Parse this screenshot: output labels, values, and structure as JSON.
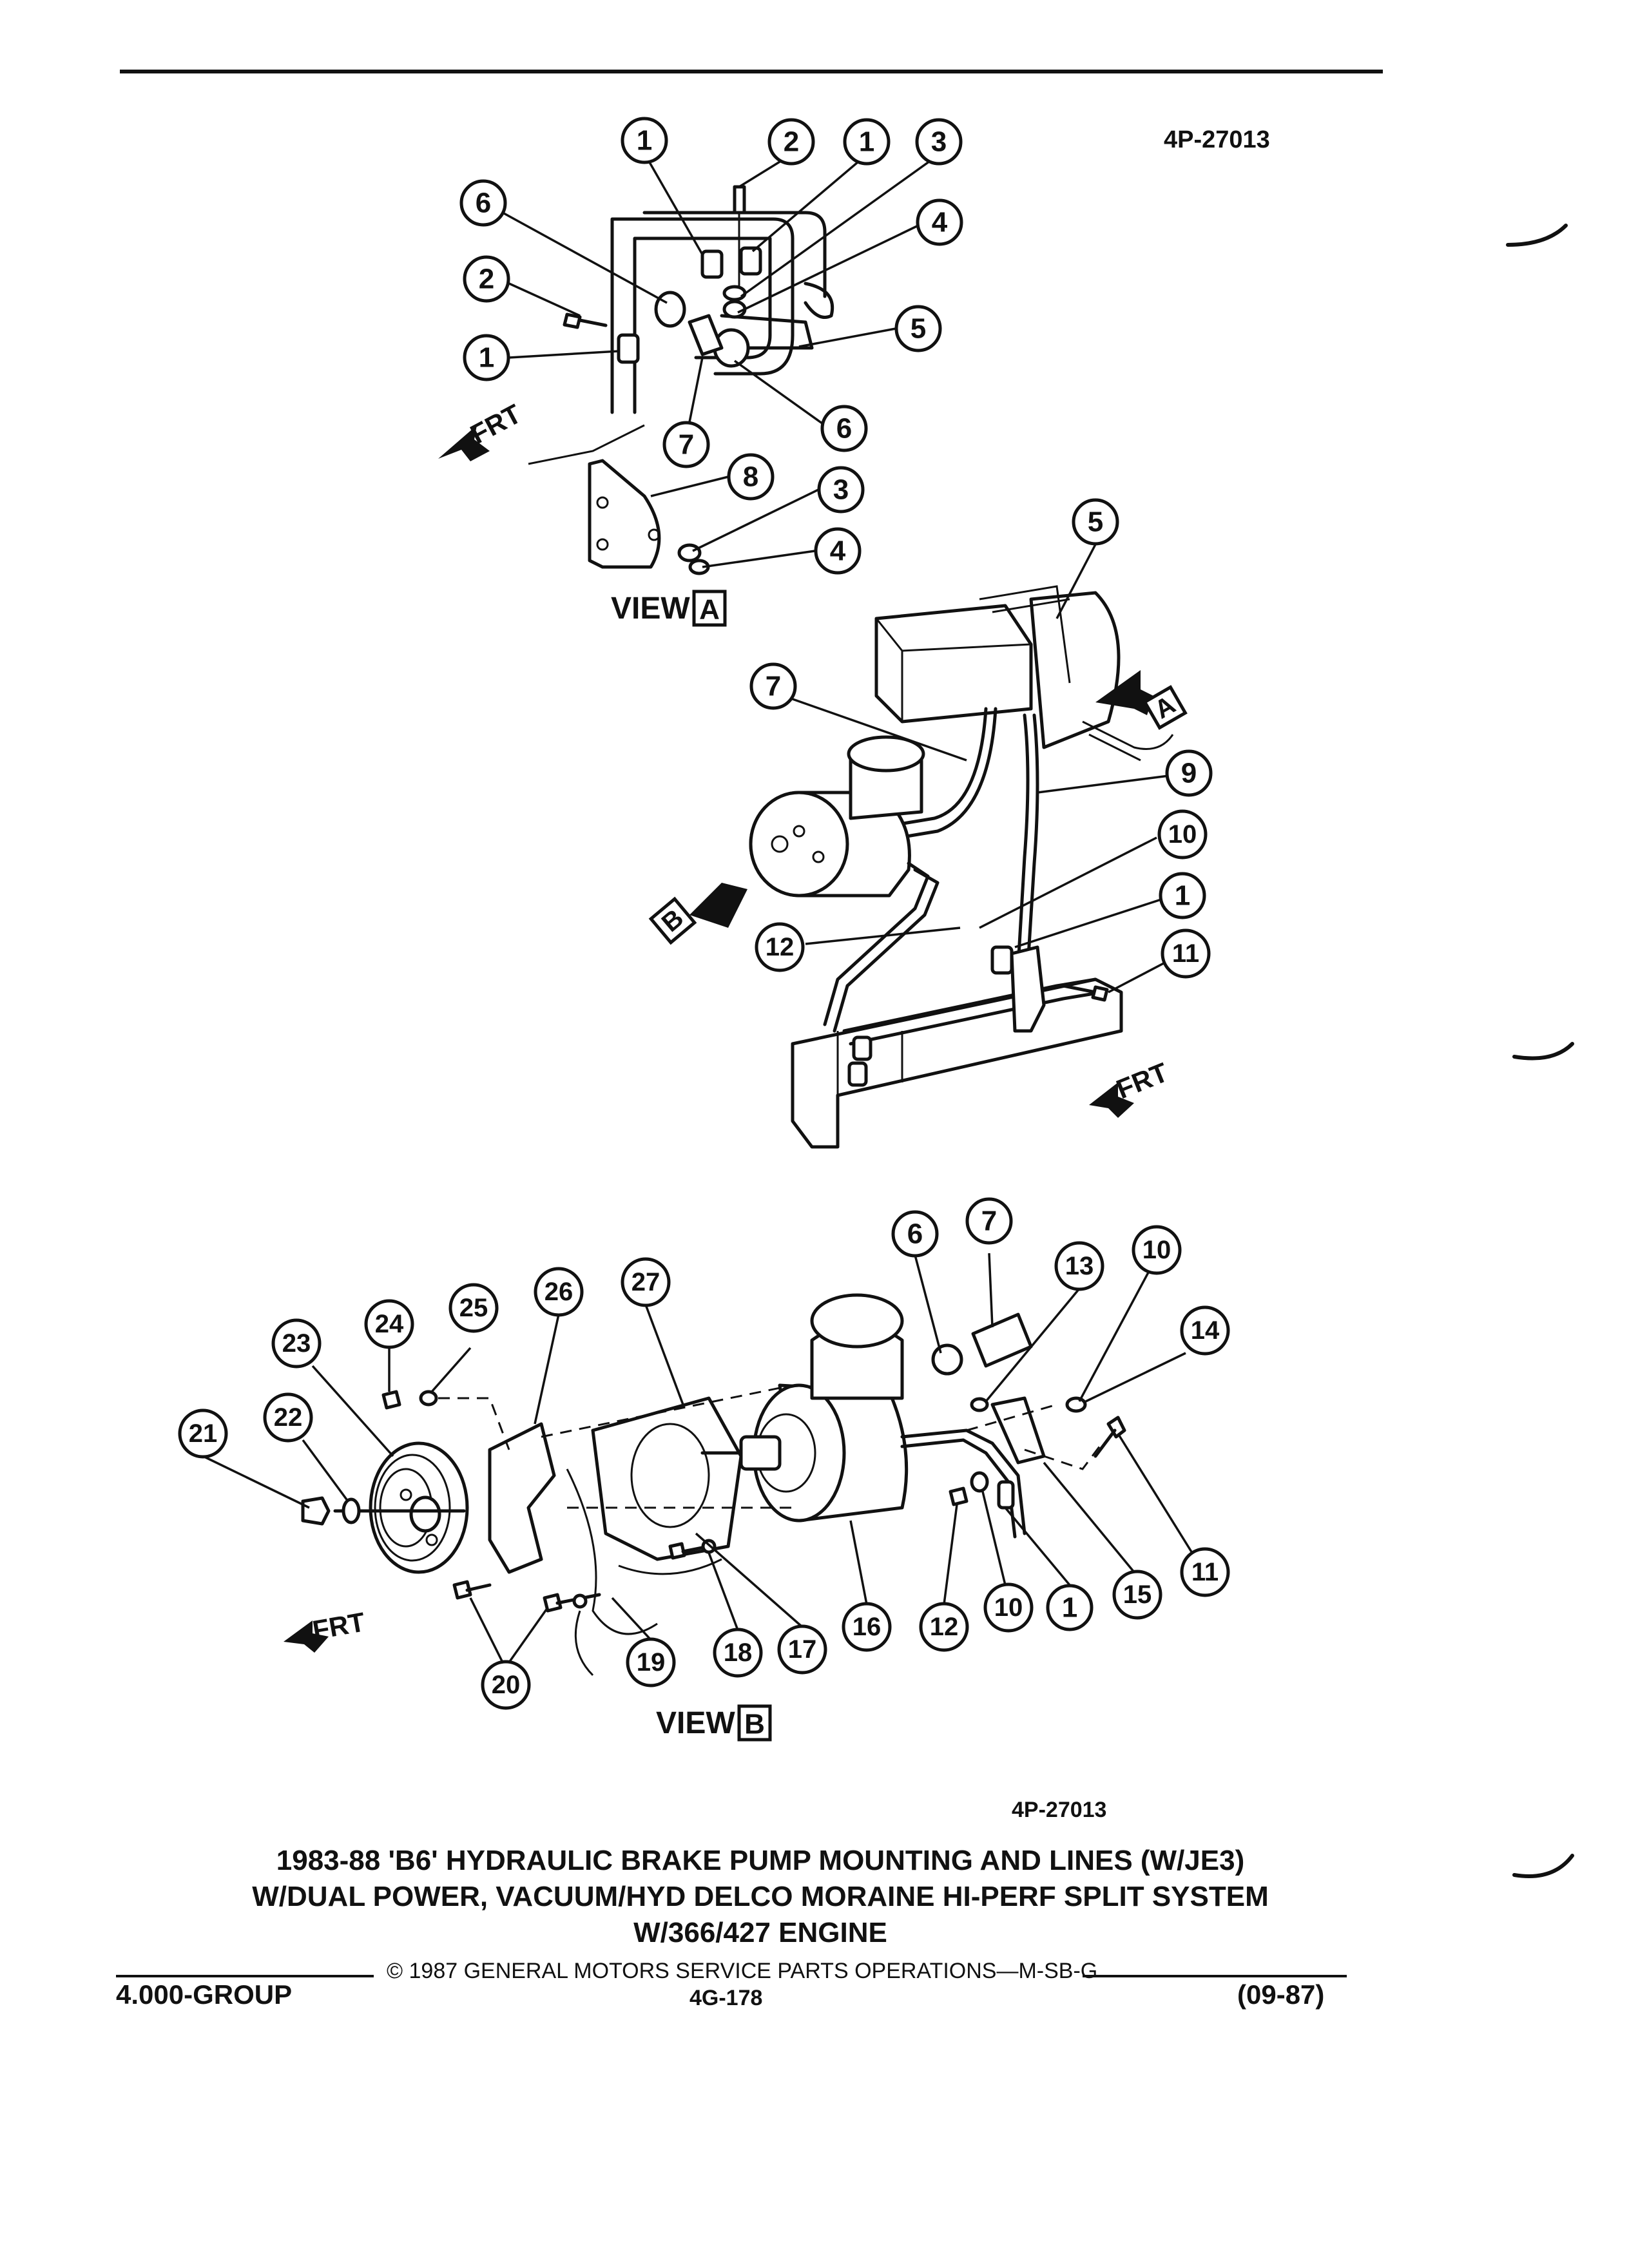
{
  "header": {
    "figure_code": "4P-27013"
  },
  "views": {
    "view_a": {
      "prefix": "VIEW",
      "letter": "A"
    },
    "view_b": {
      "prefix": "VIEW",
      "letter": "B"
    }
  },
  "direction_labels": {
    "front": "FRT"
  },
  "callouts": {
    "viewA": [
      "1",
      "2",
      "1",
      "3",
      "6",
      "4",
      "2",
      "5",
      "1",
      "6",
      "7",
      "8",
      "3",
      "4"
    ],
    "main": [
      "5",
      "7",
      "9",
      "10",
      "1",
      "12",
      "11"
    ],
    "viewB": [
      "6",
      "7",
      "13",
      "10",
      "14",
      "24",
      "25",
      "26",
      "27",
      "23",
      "22",
      "21",
      "11",
      "15",
      "1",
      "10",
      "12",
      "16",
      "17",
      "18",
      "19",
      "20"
    ]
  },
  "footer": {
    "figure_code": "4P-27013",
    "title_lines": [
      "1983-88 'B6' HYDRAULIC BRAKE PUMP MOUNTING AND LINES (W/JE3)",
      "W/DUAL POWER, VACUUM/HYD DELCO MORAINE HI-PERF SPLIT SYSTEM",
      "W/366/427 ENGINE"
    ],
    "copyright": "© 1987 GENERAL MOTORS SERVICE PARTS OPERATIONS—M-SB-G",
    "group": "4.000-GROUP",
    "page": "4G-178",
    "date": "(09-87)"
  }
}
